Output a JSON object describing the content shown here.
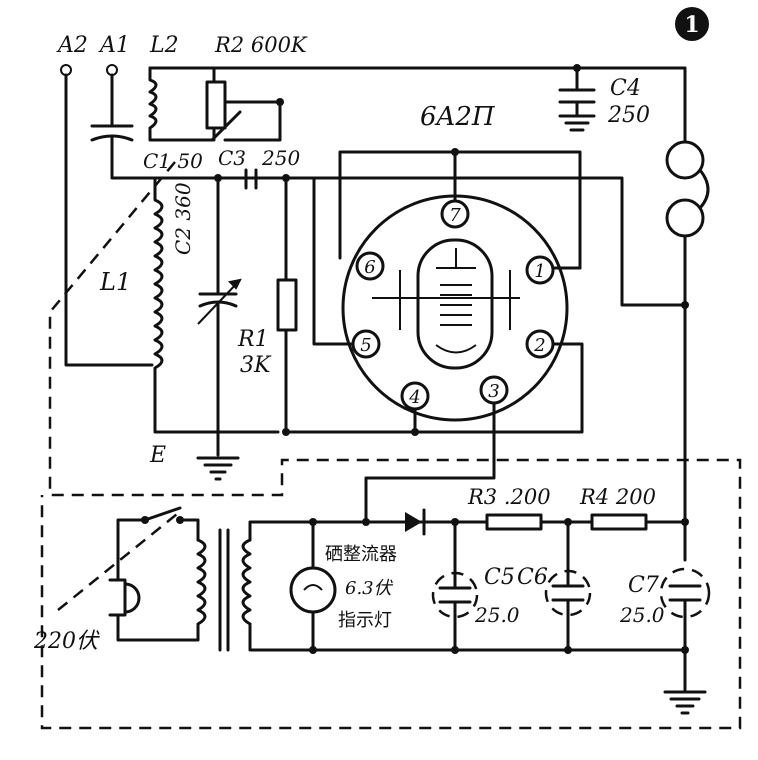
{
  "badge": "1",
  "terminals": {
    "a2": "A2",
    "a1": "A1"
  },
  "tube": {
    "model": "6A2П",
    "pins": [
      "1",
      "2",
      "3",
      "4",
      "5",
      "6",
      "7"
    ]
  },
  "components": {
    "l2": "L2",
    "r2": "R2 600K",
    "c4": "C4",
    "c4_value": "250",
    "c1": "C1 50",
    "c3": "C3",
    "c3_value": "250",
    "c2": "C2 360",
    "l1": "L1",
    "r1": "R1",
    "r1_value": "3K",
    "ground_e": "E",
    "r3": "R3 .200",
    "r4": "R4 200",
    "c5": "C5",
    "c6": "C6",
    "c56_value": "25.0",
    "c7": "C7",
    "c7_value": "25.0"
  },
  "power": {
    "rectifier": "硒整流器",
    "lamp_voltage": "6.3伏",
    "lamp_label": "指示灯",
    "mains": "220伏"
  }
}
